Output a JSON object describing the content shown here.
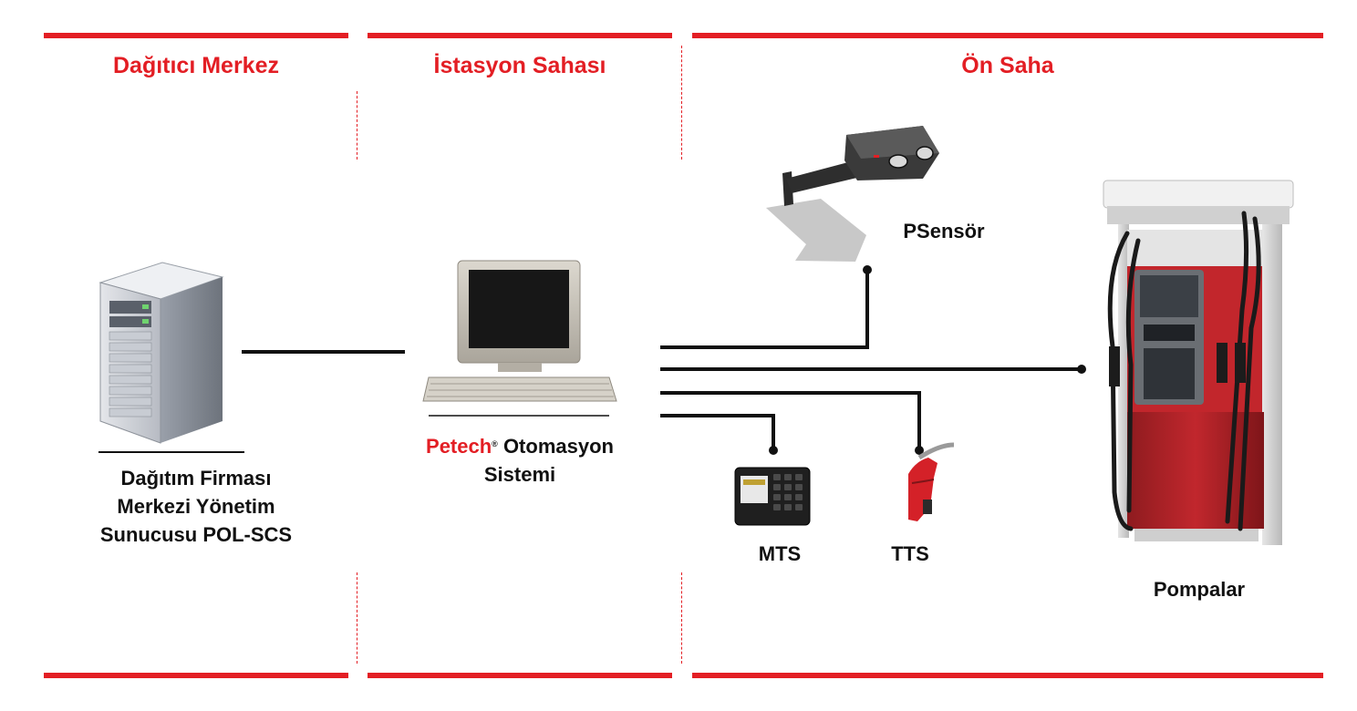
{
  "sections": {
    "dagitici_merkez": "Dağıtıcı Merkez",
    "istasyon_sahasi": "İstasyon Sahası",
    "on_saha": "Ön Saha"
  },
  "nodes": {
    "server": {
      "line1": "Dağıtım Firması",
      "line2": "Merkezi Yönetim",
      "line3": "Sunucusu POL-SCS"
    },
    "automation": {
      "brand": "Petech",
      "reg": "®",
      "line1_rest": "Otomasyon",
      "line2": "Sistemi"
    },
    "psensor": "PSensör",
    "mts": "MTS",
    "tts": "TTS",
    "pumps": "Pompalar"
  },
  "colors": {
    "accent": "#e31e24",
    "text": "#111111"
  }
}
